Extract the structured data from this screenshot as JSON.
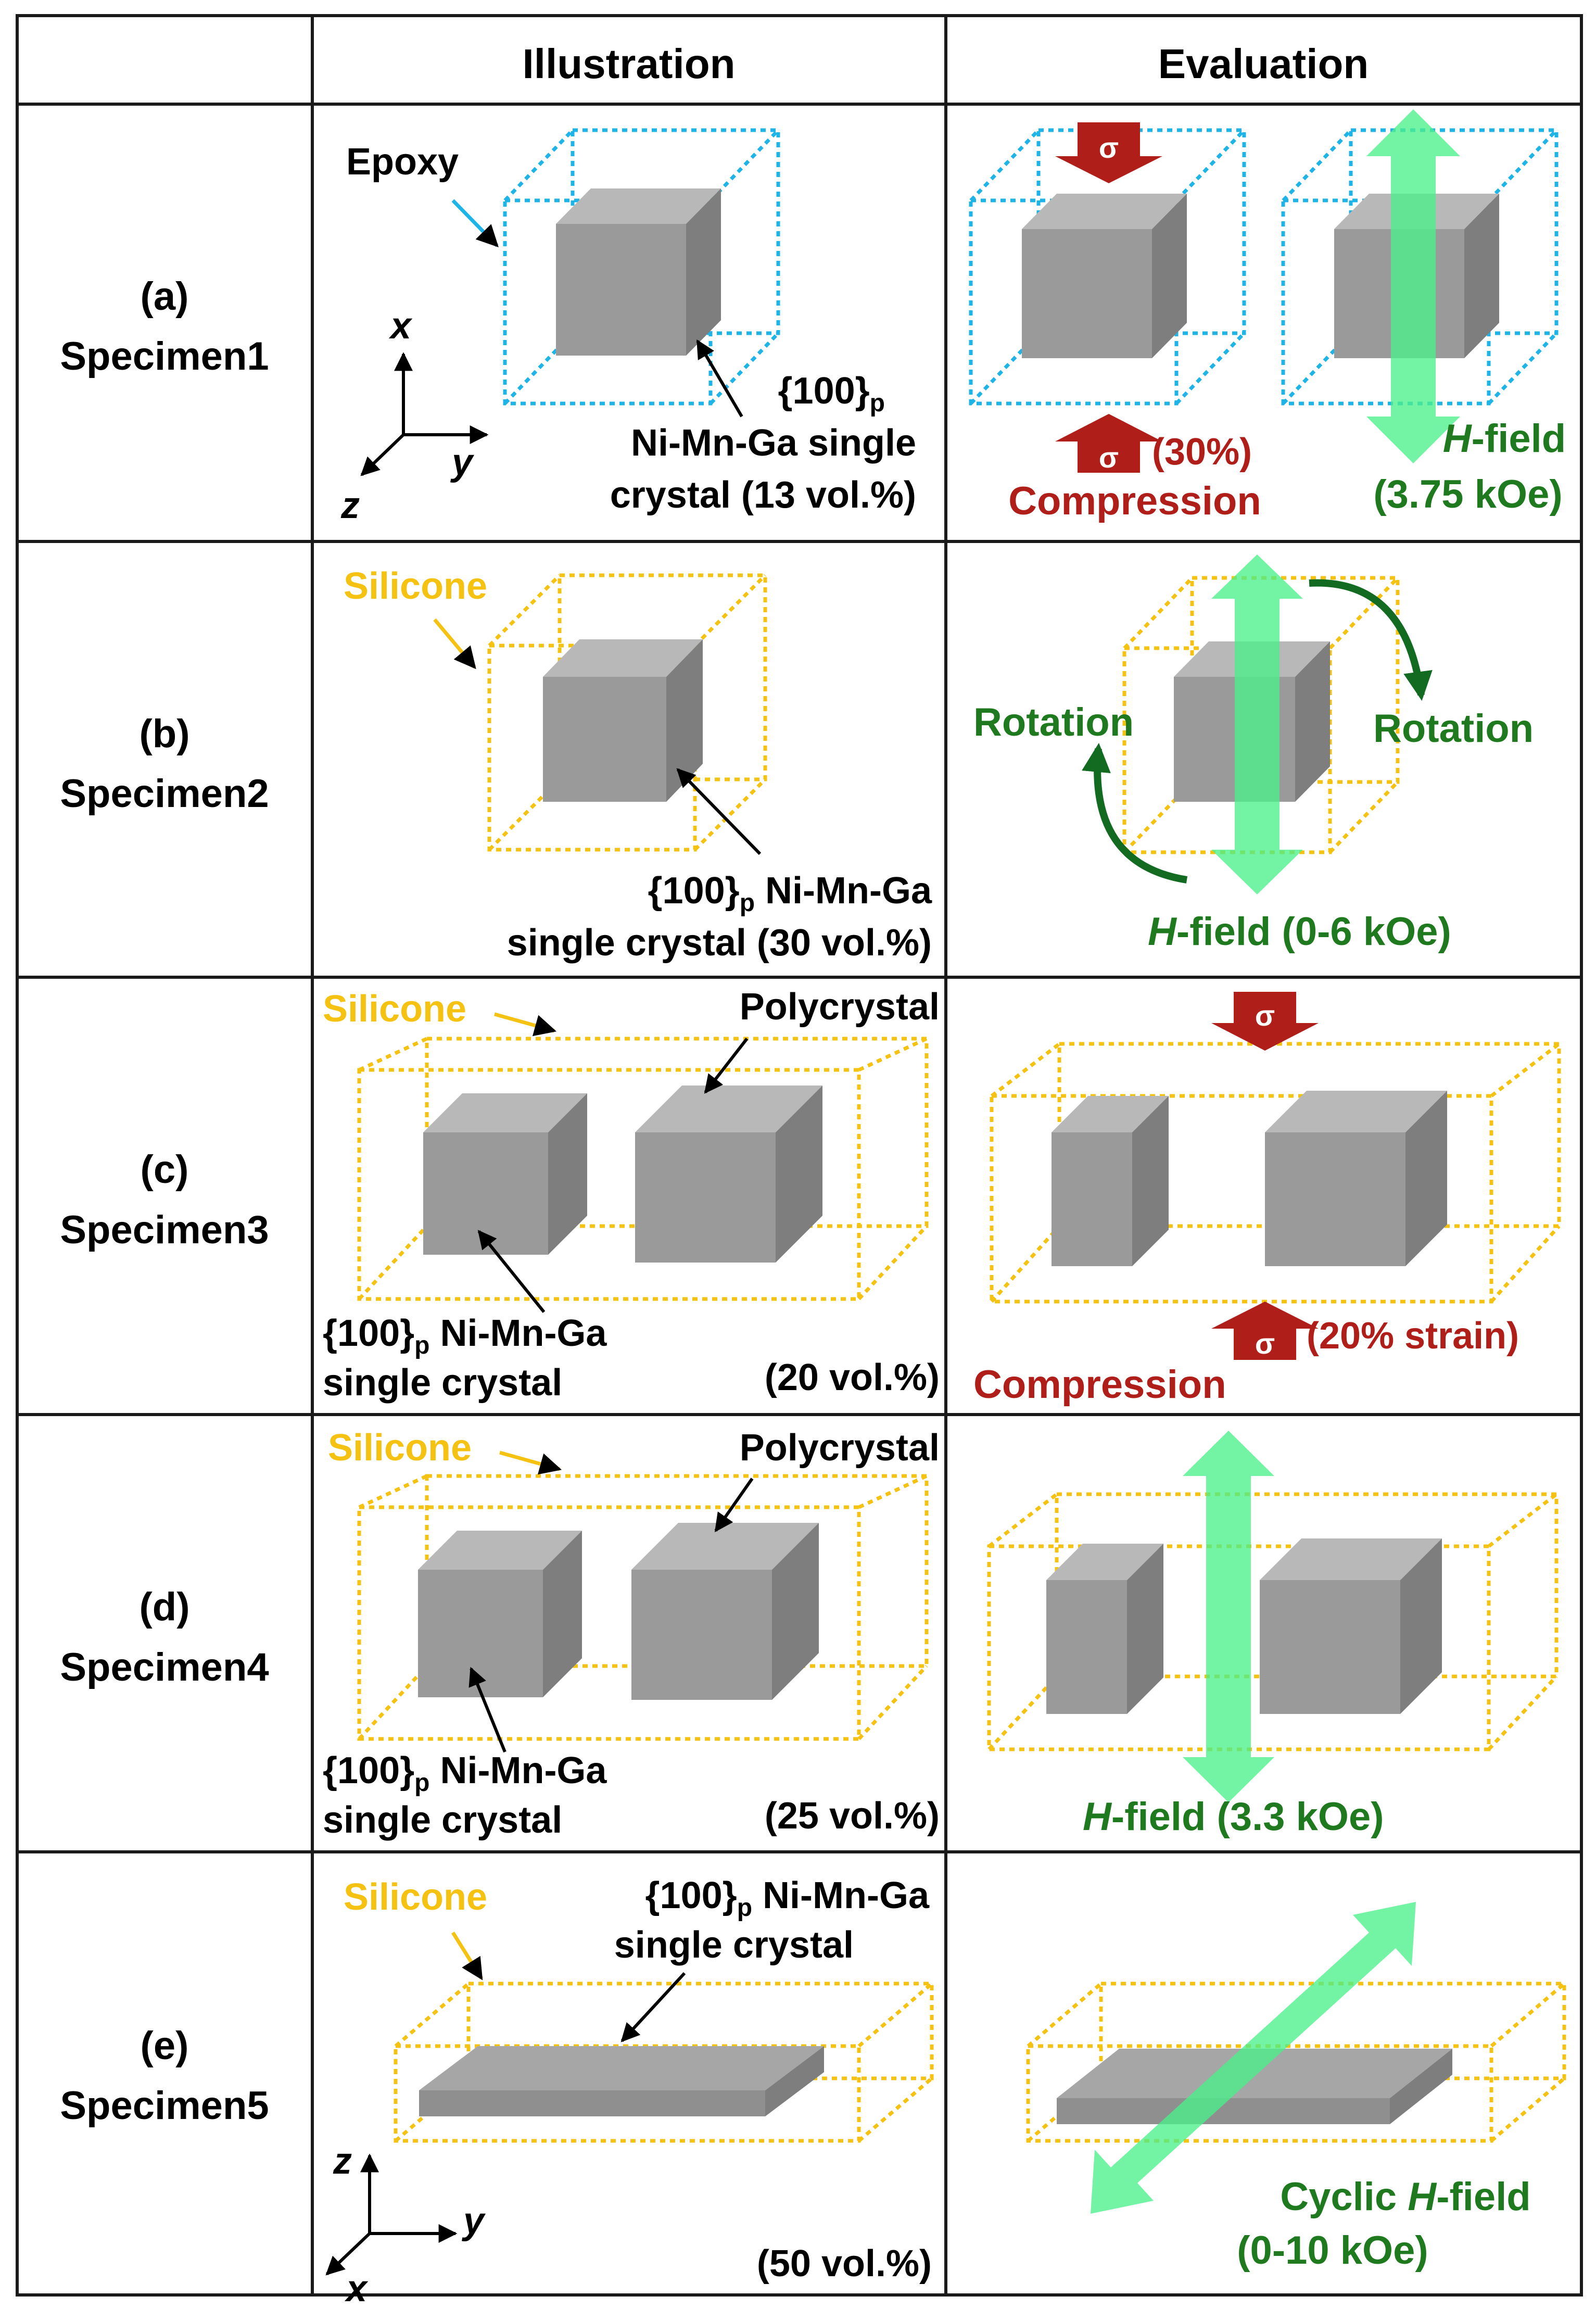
{
  "header": {
    "col1": "",
    "col2": "Illustration",
    "col3": "Evaluation"
  },
  "colors": {
    "epoxy": "#1EB4E8",
    "silicone": "#F5C211",
    "compression": "#B01E1A",
    "field_text": "#1F7A1F",
    "field_arrow": "#4CF08A",
    "rotation_arrow": "#136B22",
    "cube_front": "#9A9A9A",
    "cube_top": "#B8B8B8",
    "cube_side": "#7E7E7E",
    "grid": "#1A1A1A"
  },
  "sigma": "σ",
  "rows": [
    {
      "letter": "(a)",
      "name": "Specimen1",
      "matrix": "Epoxy",
      "axes": {
        "x": "x",
        "y": "y",
        "z": "z"
      },
      "crystal_line1": "{100}",
      "crystal_sub": "p",
      "crystal_line2": "Ni-Mn-Ga single",
      "crystal_line3": "crystal (13 vol.%)",
      "strain": "(30%)",
      "compression": "Compression",
      "field_italic": "H",
      "field_rest": "-field",
      "field_value": "(3.75 kOe)"
    },
    {
      "letter": "(b)",
      "name": "Specimen2",
      "matrix": "Silicone",
      "crystal_line1": "{100}",
      "crystal_sub": "p",
      "crystal_line1_rest": " Ni-Mn-Ga",
      "crystal_line2": "single crystal (30 vol.%)",
      "rotation_left": "Rotation",
      "rotation_right": "Rotation",
      "field_italic": "H",
      "field_rest": "-field (0-6 kOe)"
    },
    {
      "letter": "(c)",
      "name": "Specimen3",
      "matrix": "Silicone",
      "poly": "Polycrystal",
      "crystal_line1": "{100}",
      "crystal_sub": "p",
      "crystal_line1_rest": " Ni-Mn-Ga",
      "crystal_line2": "single crystal",
      "vol": "(20 vol.%)",
      "strain": "(20% strain)",
      "compression": "Compression"
    },
    {
      "letter": "(d)",
      "name": "Specimen4",
      "matrix": "Silicone",
      "poly": "Polycrystal",
      "crystal_line1": "{100}",
      "crystal_sub": "p",
      "crystal_line1_rest": " Ni-Mn-Ga",
      "crystal_line2": "single crystal",
      "vol": "(25 vol.%)",
      "field_italic": "H",
      "field_rest": "-field (3.3 kOe)"
    },
    {
      "letter": "(e)",
      "name": "Specimen5",
      "matrix": "Silicone",
      "crystal_line1": "{100}",
      "crystal_sub": "p",
      "crystal_line1_rest": " Ni-Mn-Ga",
      "crystal_line2": "single crystal",
      "axes": {
        "x": "x",
        "y": "y",
        "z": "z"
      },
      "vol": "(50 vol.%)",
      "cyclic": "Cyclic ",
      "field_italic": "H",
      "field_rest": "-field",
      "field_value": "(0-10 kOe)"
    }
  ]
}
